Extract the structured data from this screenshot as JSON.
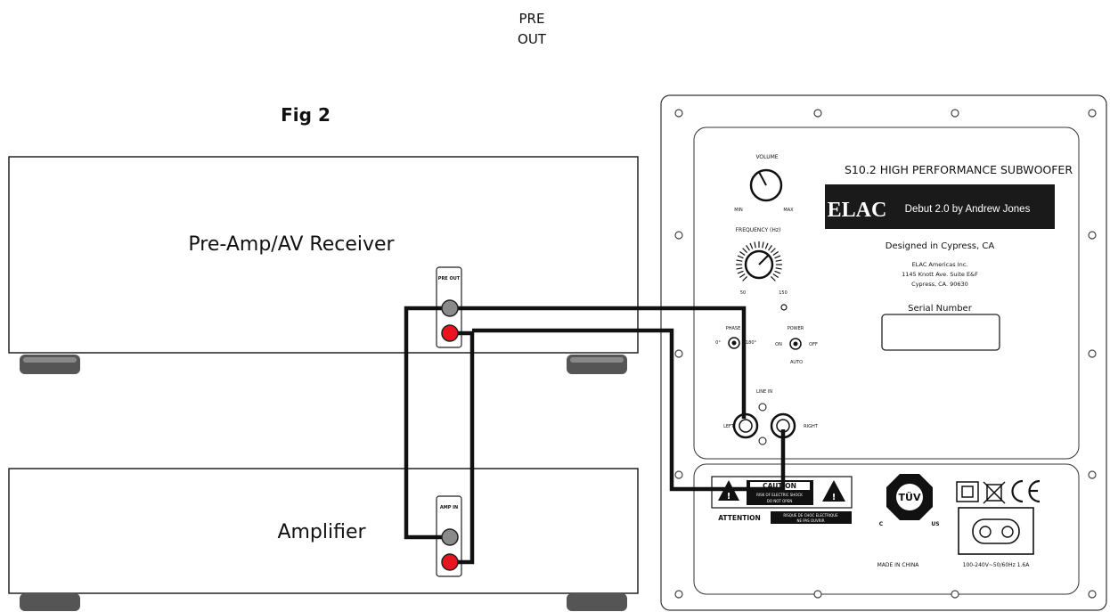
{
  "callout": {
    "line1": "PRE",
    "line2": "OUT"
  },
  "figure_label": "Fig 2",
  "receiver": {
    "label": "Pre-Amp/AV Receiver",
    "jack_panel": "PRE OUT"
  },
  "amplifier": {
    "label": "Amplifier",
    "jack_panel": "AMP IN"
  },
  "subwoofer": {
    "model": "S10.2 HIGH PERFORMANCE SUBWOOFER",
    "brand": "ELAC",
    "series": "Debut 2.0 by Andrew Jones",
    "designed": "Designed in Cypress, CA",
    "address": [
      "ELAC Americas Inc.",
      "1145 Knott Ave. Suite E&F",
      "Cypress, CA. 90630"
    ],
    "serial_label": "Serial Number",
    "volume": {
      "label": "VOLUME",
      "min": "MIN",
      "max": "MAX"
    },
    "frequency": {
      "label": "FREQUENCY (Hz)",
      "low": "50",
      "high": "150"
    },
    "phase": {
      "label": "PHASE",
      "a": "0°",
      "b": "180°"
    },
    "power": {
      "label": "POWER",
      "on": "ON",
      "off": "OFF",
      "auto": "AUTO"
    },
    "line_in": {
      "label": "LINE IN",
      "left": "LEFT",
      "right": "RIGHT"
    },
    "caution": {
      "title": "CAUTION",
      "line1": "RISK OF ELECTRIC SHOCK",
      "line2": "DO NOT OPEN",
      "attention": "ATTENTION",
      "att1": "RISQUE DE CHOC ELECTRIQUE",
      "att2": "NE PAS OUVRIR"
    },
    "tuv": {
      "mark": "TÜV",
      "c": "C",
      "us": "US"
    },
    "made_in": "MADE IN CHINA",
    "power_rating": "100-240V~50/60Hz 1.6A"
  },
  "colors": {
    "red_jack": "#e8141e",
    "grey_jack": "#8a8a8a",
    "cable": "#111111",
    "foot": "#555555"
  }
}
